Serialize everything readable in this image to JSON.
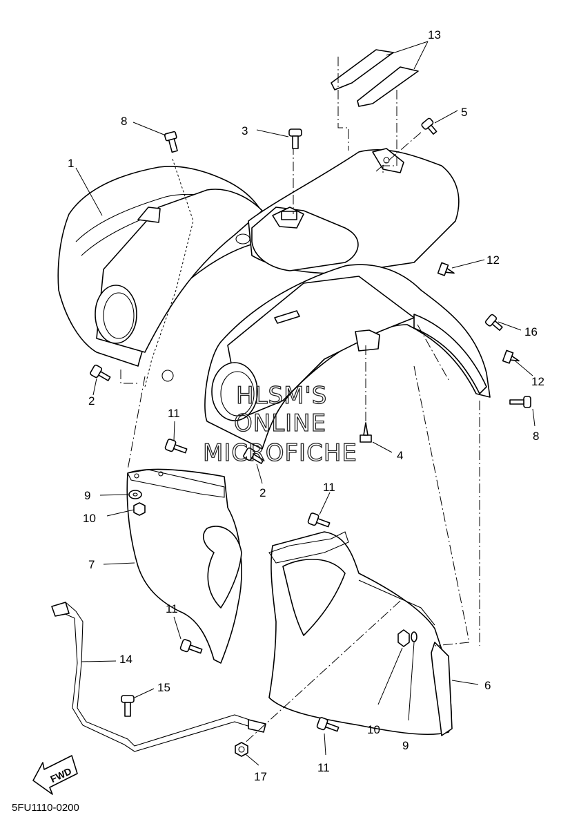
{
  "callouts": {
    "c1": "1",
    "c2a": "2",
    "c2b": "2",
    "c3": "3",
    "c4": "4",
    "c5": "5",
    "c6": "6",
    "c7": "7",
    "c8a": "8",
    "c8b": "8",
    "c9a": "9",
    "c9b": "9",
    "c10a": "10",
    "c10b": "10",
    "c11a": "11",
    "c11b": "11",
    "c11c": "11",
    "c11d": "11",
    "c12a": "12",
    "c12b": "12",
    "c13": "13",
    "c14": "14",
    "c15": "15",
    "c16": "16",
    "c17": "17"
  },
  "watermark": {
    "line1": "HLSM'S",
    "line2": "ONLINE",
    "line3": "MICROFICHE"
  },
  "fwd_label": "FWD",
  "diagram_code": "5FU1110-0200"
}
